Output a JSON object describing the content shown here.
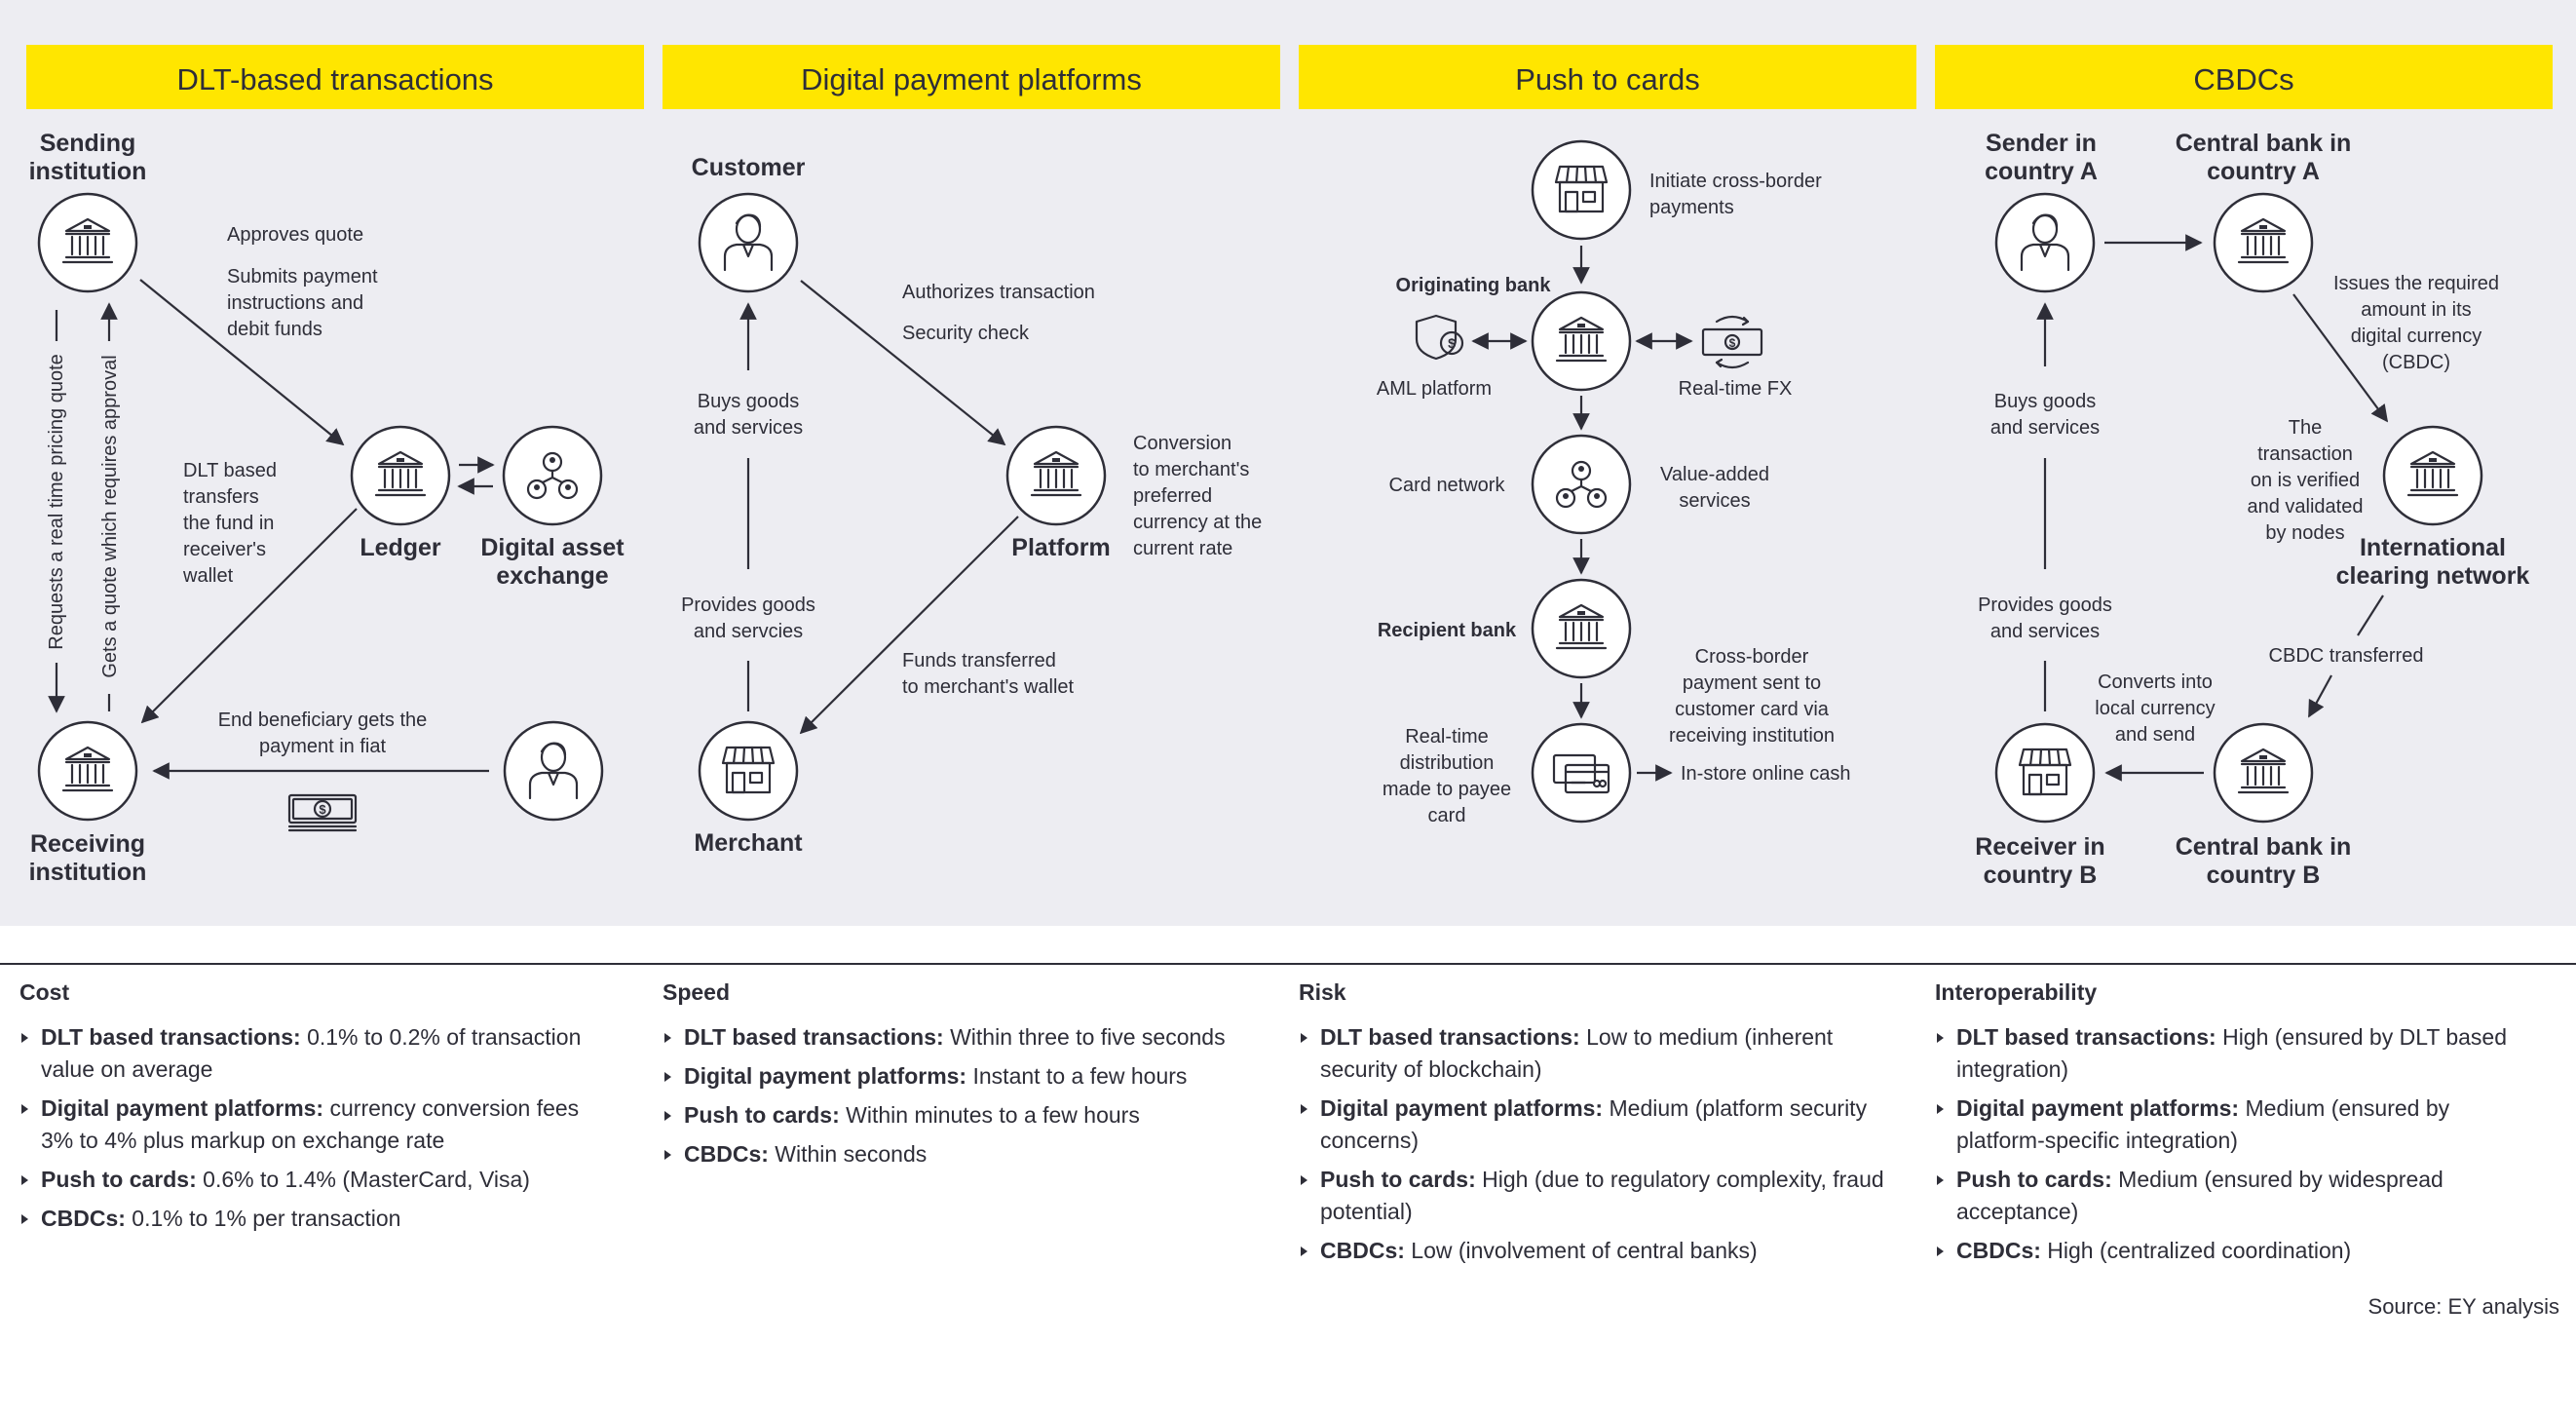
{
  "headers": {
    "dlt": "DLT-based transactions",
    "dpp": "Digital payment platforms",
    "ptc": "Push to cards",
    "cbdc": "CBDCs"
  },
  "dlt": {
    "sending_1": "Sending",
    "sending_2": "institution",
    "approves": "Approves quote",
    "submits_1": "Submits payment",
    "submits_2": "instructions and",
    "submits_3": "debit funds",
    "ledger": "Ledger",
    "exchange_1": "Digital asset",
    "exchange_2": "exchange",
    "dlt_1": "DLT based",
    "dlt_2": "transfers",
    "dlt_3": "the fund in",
    "dlt_4": "receiver's",
    "dlt_5": "wallet",
    "requests": "Requests a real time pricing quote",
    "gets": "Gets a quote which requires approval",
    "end_1": "End beneficiary gets the",
    "end_2": "payment in fiat",
    "receiving_1": "Receiving",
    "receiving_2": "institution"
  },
  "dpp": {
    "customer": "Customer",
    "authorizes": "Authorizes transaction",
    "security": "Security check",
    "buys_1": "Buys goods",
    "buys_2": "and services",
    "conv_1": "Conversion",
    "conv_2": "to merchant's",
    "conv_3": "preferred",
    "conv_4": "currency at the",
    "conv_5": "current rate",
    "platform": "Platform",
    "provides_1": "Provides goods",
    "provides_2": "and servcies",
    "funds_1": "Funds transferred",
    "funds_2": "to merchant's wallet",
    "merchant": "Merchant"
  },
  "ptc": {
    "initiate_1": "Initiate cross-border",
    "initiate_2": "payments",
    "originating": "Originating bank",
    "aml": "AML platform",
    "fx": "Real-time FX",
    "card_network": "Card network",
    "vas_1": "Value-added",
    "vas_2": "services",
    "recipient": "Recipient bank",
    "cross_1": "Cross-border",
    "cross_2": "payment sent to",
    "cross_3": "customer card via",
    "cross_4": "receiving institution",
    "rt_1": "Real-time",
    "rt_2": "distribution",
    "rt_3": "made to payee",
    "rt_4": "card",
    "instore": "In-store online cash"
  },
  "cbdc": {
    "sender_1": "Sender in",
    "sender_2": "country A",
    "cba_1": "Central bank in",
    "cba_2": "country A",
    "issues_1": "Issues the required",
    "issues_2": "amount in its",
    "issues_3": "digital currency",
    "issues_4": "(CBDC)",
    "buys_1": "Buys goods",
    "buys_2": "and services",
    "verified_1": "The",
    "verified_2": "transaction",
    "verified_3": "on is verified",
    "verified_4": "and validated",
    "verified_5": "by nodes",
    "icn_1": "International",
    "icn_2": "clearing network",
    "provides_1": "Provides goods",
    "provides_2": "and services",
    "cbdc_transferred": "CBDC transferred",
    "converts_1": "Converts into",
    "converts_2": "local currency",
    "converts_3": "and send",
    "receiver_1": "Receiver in",
    "receiver_2": "country B",
    "cbb_1": "Central bank in",
    "cbb_2": "country B"
  },
  "colors": {
    "header_bg": "#ffe600",
    "diagram_bg": "#ededf2",
    "ink": "#2e2e38"
  },
  "bottom": {
    "cost": {
      "title": "Cost",
      "items": [
        {
          "label": "DLT based transactions:",
          "text": " 0.1% to 0.2% of transaction value on average"
        },
        {
          "label": "Digital payment platforms:",
          "text": " currency conversion fees 3% to 4% plus markup on exchange rate"
        },
        {
          "label": "Push to cards:",
          "text": " 0.6% to 1.4% (MasterCard, Visa)"
        },
        {
          "label": "CBDCs:",
          "text": " 0.1% to 1% per transaction"
        }
      ]
    },
    "speed": {
      "title": "Speed",
      "items": [
        {
          "label": "DLT based transactions:",
          "text": " Within three to five seconds"
        },
        {
          "label": "Digital payment platforms:",
          "text": " Instant to a few hours"
        },
        {
          "label": "Push to cards:",
          "text": " Within minutes to a few hours"
        },
        {
          "label": "CBDCs:",
          "text": " Within seconds"
        }
      ]
    },
    "risk": {
      "title": "Risk",
      "items": [
        {
          "label": "DLT based transactions:",
          "text": " Low to medium (inherent security of blockchain)"
        },
        {
          "label": "Digital payment platforms:",
          "text": " Medium (platform security concerns)"
        },
        {
          "label": "Push to cards:",
          "text": " High (due to regulatory complexity, fraud potential)"
        },
        {
          "label": "CBDCs:",
          "text": " Low (involvement of central banks)"
        }
      ]
    },
    "interop": {
      "title": "Interoperability",
      "items": [
        {
          "label": "DLT based transactions:",
          "text": " High (ensured by DLT based integration)"
        },
        {
          "label": "Digital payment platforms:",
          "text": " Medium (ensured by platform-specific integration)"
        },
        {
          "label": "Push to cards:",
          "text": " Medium (ensured by widespread acceptance)"
        },
        {
          "label": "CBDCs:",
          "text": " High (centralized coordination)"
        }
      ]
    },
    "source": "Source: EY analysis"
  }
}
